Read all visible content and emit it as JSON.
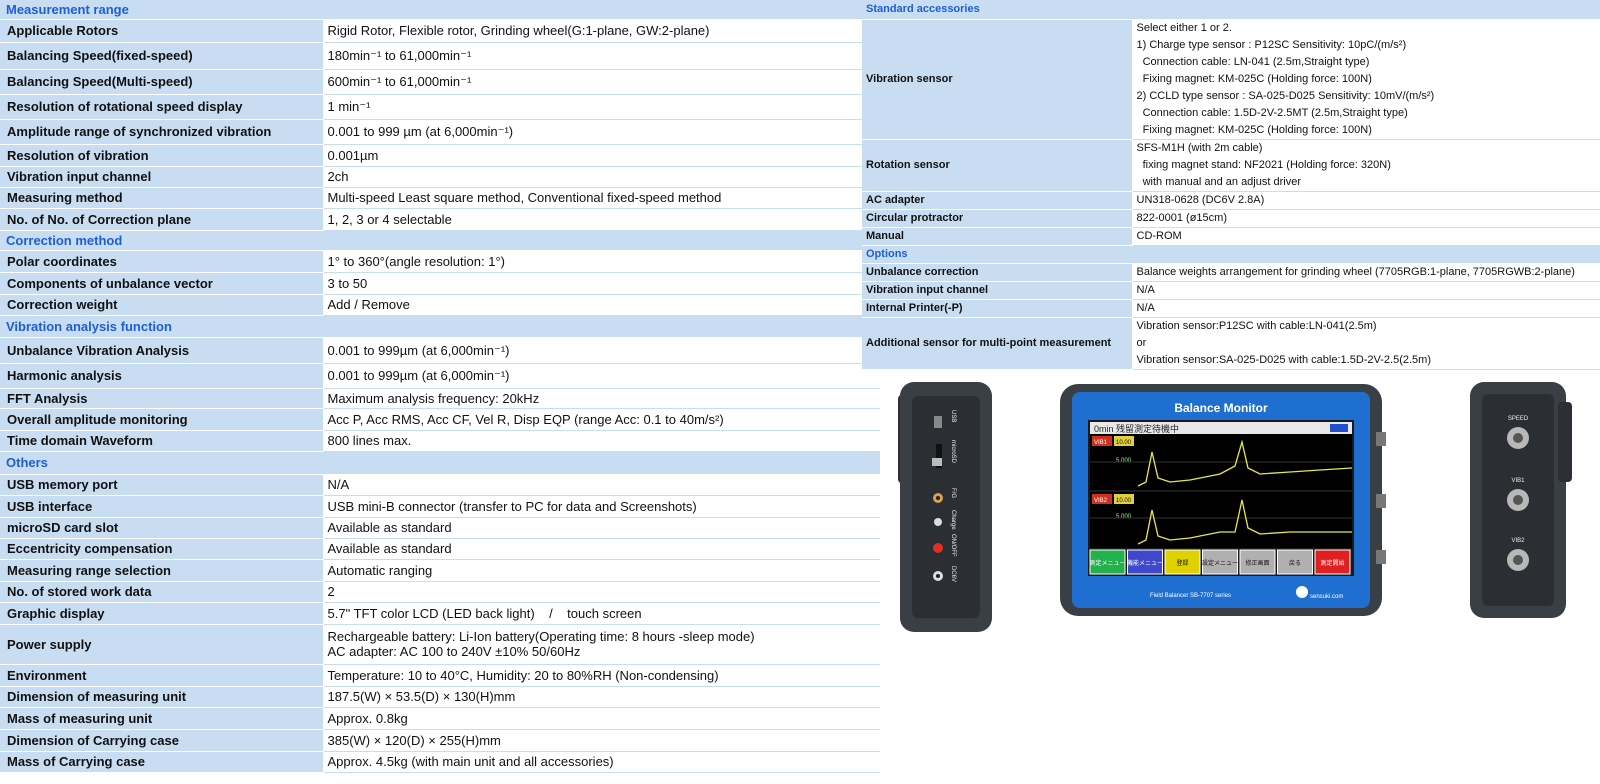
{
  "spec_rows": [
    {
      "type": "section",
      "label": "Measurement range",
      "h": 19
    },
    {
      "type": "row",
      "key": "Applicable Rotors",
      "val": [
        "Rigid Rotor, Flexible rotor, Grinding wheel(G:1-plane, GW:2-plane)"
      ],
      "h": 23
    },
    {
      "type": "row",
      "key": "Balancing Speed(fixed-speed)",
      "val": [
        "180min⁻¹ to 61,000min⁻¹"
      ],
      "h": 27
    },
    {
      "type": "row",
      "key": "Balancing Speed(Multi-speed)",
      "val": [
        "600min⁻¹ to 61,000min⁻¹"
      ],
      "h": 25
    },
    {
      "type": "row",
      "key": "Resolution of rotational speed display",
      "val": [
        "1 min⁻¹"
      ],
      "h": 25
    },
    {
      "type": "row",
      "key": "Amplitude range of synchronized vibration",
      "val": [
        "0.001 to 999 µm (at 6,000min⁻¹)"
      ],
      "h": 25
    },
    {
      "type": "row",
      "key": "Resolution of vibration",
      "val": [
        "0.001µm"
      ],
      "h": 22
    },
    {
      "type": "row",
      "key": "Vibration input channel",
      "val": [
        "2ch"
      ],
      "h": 21
    },
    {
      "type": "row",
      "key": "Measuring method",
      "val": [
        "Multi-speed Least square method, Conventional fixed-speed method"
      ],
      "h": 21
    },
    {
      "type": "row",
      "key": "No. of No. of Correction plane",
      "val": [
        "1, 2, 3 or 4 selectable"
      ],
      "h": 22
    },
    {
      "type": "section",
      "label": "Correction method",
      "h": 20
    },
    {
      "type": "row",
      "key": "Polar coordinates",
      "val": [
        "1° to 360°(angle resolution: 1°)"
      ],
      "h": 22
    },
    {
      "type": "row",
      "key": "Components of unbalance vector",
      "val": [
        "3 to 50"
      ],
      "h": 22
    },
    {
      "type": "row",
      "key": "Correction weight",
      "val": [
        "Add / Remove"
      ],
      "h": 21
    },
    {
      "type": "section",
      "label": "Vibration analysis function",
      "h": 22
    },
    {
      "type": "row",
      "key": "Unbalance Vibration Analysis",
      "val": [
        "0.001 to 999µm (at 6,000min⁻¹)"
      ],
      "h": 26
    },
    {
      "type": "row",
      "key": "Harmonic analysis",
      "val": [
        "0.001 to 999µm (at 6,000min⁻¹)"
      ],
      "h": 25
    },
    {
      "type": "row",
      "key": "FFT Analysis",
      "val": [
        "Maximum analysis frequency: 20kHz"
      ],
      "h": 20
    },
    {
      "type": "row",
      "key": "Overall amplitude monitoring",
      "val": [
        "Acc P, Acc RMS, Acc CF, Vel R, Disp EQP (range Acc: 0.1 to 40m/s²)"
      ],
      "h": 22
    },
    {
      "type": "row",
      "key": "Time domain Waveform",
      "val": [
        "800 lines max."
      ],
      "h": 21
    },
    {
      "type": "section",
      "label": "Others",
      "h": 23
    },
    {
      "type": "row",
      "key": "USB memory port",
      "val": [
        "N/A"
      ],
      "h": 21
    },
    {
      "type": "row",
      "key": "USB interface",
      "val": [
        "USB mini-B connector (transfer to PC for data and Screenshots)"
      ],
      "h": 22
    },
    {
      "type": "row",
      "key": "microSD card slot",
      "val": [
        "Available as standard"
      ],
      "h": 21
    },
    {
      "type": "row",
      "key": "Eccentricity compensation",
      "val": [
        "Available as standard"
      ],
      "h": 21
    },
    {
      "type": "row",
      "key": "Measuring range selection",
      "val": [
        "Automatic ranging"
      ],
      "h": 22
    },
    {
      "type": "row",
      "key": "No. of stored work data",
      "val": [
        "2"
      ],
      "h": 21
    },
    {
      "type": "row",
      "key": "Graphic display",
      "val": [
        "5.7\" TFT color LCD (LED back light)    /    touch screen"
      ],
      "h": 22
    },
    {
      "type": "row",
      "key": "Power supply",
      "val": [
        "Rechargeable battery: Li-Ion battery(Operating time: 8 hours -sleep mode)",
        "AC adapter: AC 100 to 240V ±10% 50/60Hz"
      ],
      "h": 40
    },
    {
      "type": "row",
      "key": "Environment",
      "val": [
        "Temperature: 10 to 40°C, Humidity: 20 to 80%RH (Non-condensing)"
      ],
      "h": 22
    },
    {
      "type": "row",
      "key": "Dimension of measuring unit",
      "val": [
        "187.5(W) × 53.5(D) × 130(H)mm"
      ],
      "h": 21
    },
    {
      "type": "row",
      "key": "Mass of measuring unit",
      "val": [
        "Approx. 0.8kg"
      ],
      "h": 22
    },
    {
      "type": "row",
      "key": "Dimension of Carrying case",
      "val": [
        "385(W) × 120(D) × 255(H)mm"
      ],
      "h": 22
    },
    {
      "type": "row",
      "key": "Mass of Carrying case",
      "val": [
        "Approx. 4.5kg (with main unit and all accessories)"
      ],
      "h": 21
    }
  ],
  "acc_rows": [
    {
      "type": "section",
      "label": "Standard accessories",
      "h": 19
    },
    {
      "type": "row",
      "key": "Vibration sensor",
      "val": [
        "Select either 1 or 2.",
        "1) Charge type sensor : P12SC Sensitivity: 10pC/(m/s²)",
        "  Connection cable: LN-041 (2.5m,Straight type)",
        "  Fixing magnet: KM-025C (Holding force: 100N)",
        "2) CCLD type sensor : SA-025-D025 Sensitivity: 10mV/(m/s²)",
        "  Connection cable: 1.5D-2V-2.5MT (2.5m,Straight type)",
        "  Fixing magnet: KM-025C (Holding force: 100N)"
      ],
      "h": 119
    },
    {
      "type": "row",
      "key": "Rotation sensor",
      "val": [
        "SFS-M1H (with 2m cable)",
        "  fixing magnet stand: NF2021 (Holding force: 320N)",
        "  with manual and an adjust driver"
      ],
      "h": 52
    },
    {
      "type": "row",
      "key": "AC adapter",
      "val": [
        "UN318-0628 (DC6V 2.8A)"
      ],
      "h": 18
    },
    {
      "type": "row",
      "key": "Circular protractor",
      "val": [
        "822-0001 (ø15cm)"
      ],
      "h": 18
    },
    {
      "type": "row",
      "key": "Manual",
      "val": [
        "CD-ROM"
      ],
      "h": 18
    },
    {
      "type": "section",
      "label": "Options",
      "h": 18
    },
    {
      "type": "row",
      "key": "Unbalance correction",
      "val": [
        "Balance weights arrangement for grinding wheel (7705RGB:1-plane, 7705RGWB:2-plane)"
      ],
      "h": 18
    },
    {
      "type": "row",
      "key": "Vibration input channel",
      "val": [
        "N/A"
      ],
      "h": 18
    },
    {
      "type": "row",
      "key": "Internal Printer(-P)",
      "val": [
        "N/A"
      ],
      "h": 18
    },
    {
      "type": "row",
      "key": "Additional sensor for multi-point measurement",
      "val": [
        "Vibration sensor:P12SC with cable:LN-041(2.5m)",
        "or",
        "Vibration sensor:SA-025-D025 with cable:1.5D-2V-2.5(2.5m)"
      ],
      "h": 52
    }
  ],
  "device": {
    "brand": "Balance Monitor",
    "model": "Field Balancer  SB-7707  series",
    "maker": "sensuki.com",
    "screen_title": "0min  残留測定待機中",
    "ch1": "VIB1",
    "ch2": "VIB2",
    "ch_val": "10.00",
    "axis": "5.000",
    "buttons": [
      {
        "label": "測定メニュー",
        "color": "#22b14c"
      },
      {
        "label": "機能メニュー",
        "color": "#3f48cc"
      },
      {
        "label": "登録",
        "color": "#e0d200"
      },
      {
        "label": "設定メニュー",
        "color": "#b0b0b0"
      },
      {
        "label": "修正画面",
        "color": "#b0b0b0"
      },
      {
        "label": "戻る",
        "color": "#b0b0b0"
      },
      {
        "label": "測定開始",
        "color": "#e02020"
      }
    ],
    "left_ports": [
      "USB",
      "microSD",
      "F/G",
      "Charge",
      "ON/OFF",
      "DC6V"
    ],
    "right_ports": [
      "SPEED",
      "VIB1",
      "VIB2"
    ]
  }
}
